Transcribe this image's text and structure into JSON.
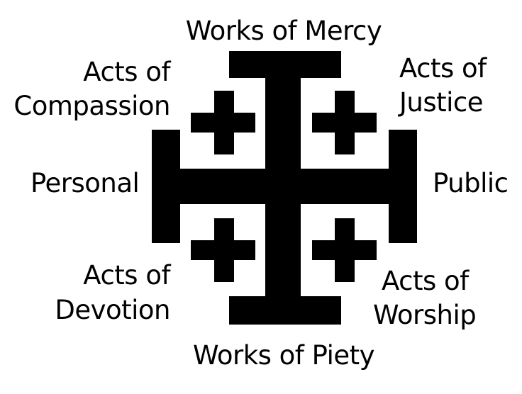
{
  "labels": {
    "top": "Works of Mercy",
    "bottom": "Works of Piety",
    "left": "Personal",
    "right": "Public",
    "upper_left_1": "Acts of",
    "upper_left_2": "Compassion",
    "upper_right_1": "Acts of",
    "upper_right_2": "Justice",
    "lower_left_1": "Acts of",
    "lower_left_2": "Devotion",
    "lower_right_1": "Acts of",
    "lower_right_2": "Worship"
  },
  "colors": {
    "cross": "#000000",
    "background": "#ffffff",
    "text": "#000000"
  }
}
